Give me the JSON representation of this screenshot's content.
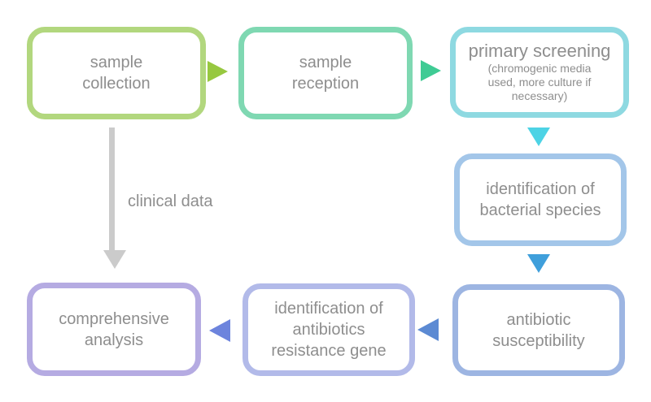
{
  "diagram": {
    "text_color": "#8e8e8e",
    "nodes": [
      {
        "id": "sample-collection",
        "label": "sample\ncollection",
        "border_color": "#b2d77e"
      },
      {
        "id": "sample-reception",
        "label": "sample\nreception",
        "border_color": "#7fd8b2"
      },
      {
        "id": "primary-screening",
        "label": "primary screening",
        "sublabel": "(chromogenic media\nused, more culture if\nnecessary)",
        "border_color": "#8ed9e1"
      },
      {
        "id": "identification-of-bacterial-species",
        "label": "identification of\nbacterial species",
        "border_color": "#a3c6e9"
      },
      {
        "id": "antibiotic-susceptibility",
        "label": "antibiotic\nsusceptibility",
        "border_color": "#9db5e2"
      },
      {
        "id": "identification-of-antibiotics-resistance-gene",
        "label": "identification of\nantibiotics\nresistance gene",
        "border_color": "#b2bae9"
      },
      {
        "id": "comprehensive-analysis",
        "label": "comprehensive\nanalysis",
        "border_color": "#b5abe2"
      }
    ],
    "arrows": [
      {
        "from": "sample collection",
        "to": "sample reception",
        "direction": "right",
        "color": "#97c840"
      },
      {
        "from": "sample reception",
        "to": "primary screening",
        "direction": "right",
        "color": "#3fcb94"
      },
      {
        "from": "primary screening",
        "to": "identification of bacterial species",
        "direction": "down",
        "color": "#4dd3e5"
      },
      {
        "from": "identification of bacterial species",
        "to": "antibiotic susceptibility",
        "direction": "down",
        "color": "#3f9fdb"
      },
      {
        "from": "antibiotic susceptibility",
        "to": "identification of antibiotics resistance gene",
        "direction": "left",
        "color": "#5c8ad3"
      },
      {
        "from": "identification of antibiotics resistance gene",
        "to": "comprehensive analysis",
        "direction": "left",
        "color": "#6d84dd"
      },
      {
        "from": "sample collection",
        "to": "comprehensive analysis",
        "direction": "down",
        "color": "#cbcbcb",
        "label": "clinical data"
      }
    ]
  }
}
